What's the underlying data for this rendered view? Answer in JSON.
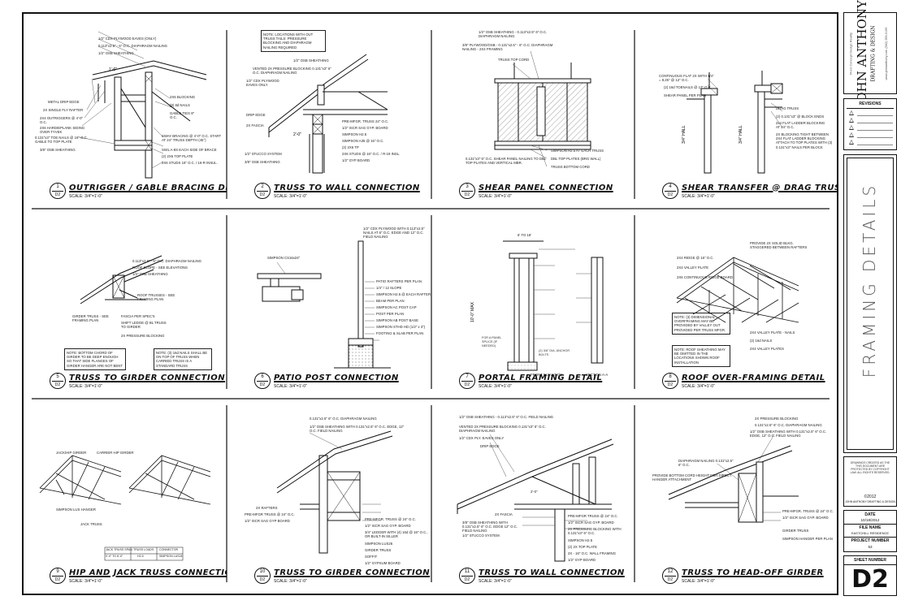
{
  "details": [
    {
      "num": "1",
      "sheet": "D2",
      "title": "OUTRIGGER / GABLE BRACING DETAIL",
      "scale": "SCALE: 3/4\"=1'-0\"",
      "notes": [
        "1/2\" CDX PLYWOOD EAVES (ONLY)",
        "0.113\"x2.5\" - 6\" O.C. DIAPHRAGM NAILING",
        "1/2\" OSB SHEATHING",
        "METAL DRIP EDGE",
        "2X SINGLE FLY RAFTER",
        "2X4 OUTRIGGERS @ 4'-0\" O.C.",
        "2X6 HARDIEPLANK SIDING OVER TYVEK",
        "0.131\"x3\" TOE NAILS @ 16\" O.C. GABLE TO TOP PLATE",
        "3/8\" OSB SHEATHING",
        "2X6 BLOCKING",
        "(8) 8d NAILS",
        "GABLE TIES 8\" O.C.",
        "SWAY BRACING @ 4'-0\" O.C. START AT 24\" TRUSS DEPTH (45°)",
        "SW1.A-8S EACH SIDE OF BRACE",
        "(2) 2X6 TOP PLATE",
        "2X6 STUDS 16\" O.C. / 16-R INSUL."
      ]
    },
    {
      "num": "2",
      "sheet": "D2",
      "title": "TRUSS TO WALL CONNECTION",
      "scale": "SCALE: 3/4\"=1'-0\"",
      "notes": [
        "NOTE: LOCATIONS WITH OUT TRUSS TAILS: PRESSURE BLOCKING AND DIAPHRAGM NAILING REQUIRED",
        "1/2\" OSB SHEATHING",
        "VENTED 2X PRESSURE BLOCKING 0.131\"x3\" 6\" O.C. DIAPHRAGM NAILING",
        "1/2\" CDX PLYWOOD EAVES ONLY",
        "DRIP EDGE",
        "2X FASCIA",
        "1/2\" STUCCO SYSTEM",
        "3/8\" OSB SHEATHING",
        "PRE-MFGR. TRUSS 24\" O.C.",
        "1/2\" ISCR SAG GYP. BOARD",
        "SIMPSON H2.5",
        "SIMPSON A35 @ 16\" O.C.",
        "(2) 2X6 TP",
        "2X6 STUDS @ 16\" O.C. / R-19 INSL.",
        "1/2\" GYP BOARD"
      ]
    },
    {
      "num": "3",
      "sheet": "D2",
      "title": "SHEAR PANEL CONNECTION",
      "scale": "SCALE: 3/4\"=1'-0\"",
      "notes": [
        "1/2\" OSB SHEATHING - 0.113\"x2.5\" 6\" O.C. DIAPHRAGM NAILING",
        "3/8\" PLYWOOD/OSB - 0.131\"x2.5\" - 6\" O.C. DIAPHRAGM NAILING - 2X4 FRAMING",
        "TRUSS TOP CORD",
        "SIMPSON H2.5 AT EACH TRUSS",
        "DBL TOP PLATES (BRG WALL)",
        "0.131\"x3\" 6\" O.C. SHEAR PANEL NAILING TO DBL TOP PLATES AND VERTICAL MBR.",
        "TRUSS BOTTOM CORD"
      ]
    },
    {
      "num": "4",
      "sheet": "D2",
      "title": "SHEAR TRANSFER @ DRAG TRUSS",
      "scale": "SCALE: 3/4\"=1'-0\"",
      "notes": [
        "CONTINUOUS FLAT 2X WITH 1/4\" = 8.25\" @ 12\" O.C.",
        "(2) 16d TOENAILS @ 12\" O.C.",
        "SHEAR PANEL PER PLAN",
        "DRAG TRUSS",
        "(2) 0.131\"x3\" @ BLOCK ENDS",
        "2x4 FLAT LADDER BLOCKING AT 24\" O.C.",
        "2X BLOCKING TIGHT BETWEEN 2X4 FLAT LADDER BLOCKING ATTACH TO TOP PLATES WITH (3) 0.131\"x3\" NAILS PER BLOCK"
      ]
    },
    {
      "num": "5",
      "sheet": "D2",
      "title": "TRUSS TO GIRDER CONNECTION",
      "scale": "SCALE: 3/4\"=1'-0\"",
      "notes": [
        "0.113\"x2.5\" - 6\" O.C. DIAPHRAGM NAILING",
        "ROOF SLOPE - SEE ELEVATIONS",
        "1/2\" OSB SHEATHING",
        "GIRDER TRUSS - SEE FRAMING PLAN",
        "ROOF TRUSSES - SEE FRAMING PLAN",
        "FASCIA PER SPEC'S",
        "SHIFT LEDGE @ BL TRUSS TO GIRDER",
        "2X PRESSURE BLOCKING"
      ],
      "note_box": "NOTE: BOTTOM CHORD OF GIRDER TO BE DEEP ENOUGH SO THAT SIDE FLANGES OF GIRDER HANGER ARE NOT BENT",
      "note_box2": "NOTE: (3) 16d NAILS SHALL BE ON TOP OF TRUSS WHEN CARRIED TRUSS IS A STANDARD TRUSS"
    },
    {
      "num": "6",
      "sheet": "D2",
      "title": "PATIO POST CONNECTION",
      "scale": "SCALE: 3/4\"=1'-0\"",
      "notes": [
        "SIMPSON CS16x24\"",
        "1/2\" CDX PLYWOOD WITH 0.113\"x2.5\" NAILS AT 6\" O.C. EDGE AND 12\" O.C. FIELD NAILING",
        "PATIO RAFTERS PER PLAN",
        "1/4\" / 12 SLOPE",
        "SIMPSON H2.5 @ EACH RAFTER",
        "BEAM PER PLAN",
        "SIMPSON AC POST CAP",
        "POST PER PLAN",
        "SIMPSON AB POST BASE",
        "SIMPSON STHD HD (1/2\" x 3\")",
        "FOOTING & SLAB PER PLAN"
      ]
    },
    {
      "num": "7",
      "sheet": "D2",
      "title": "PORTAL FRAMING DETAIL",
      "scale": "SCALE: 3/4\"=1'-0\"",
      "notes": [
        "6' TO 18'",
        "FRONT ELEVATION",
        "SECTION A-A"
      ]
    },
    {
      "num": "8",
      "sheet": "D2",
      "title": "ROOF OVER-FRAMING DETAIL",
      "scale": "SCALE: 3/4\"=1'-0\"",
      "notes": [
        "PROVIDE 2X SOLID BLKG. STAGGERED BETWEEN RAFTERS",
        "2X4 RIDGE @ 16\" O.C.",
        "2X4 VALLEY PLATE",
        "2X6 CONTINUOUS RIDGE BOARD",
        "2X4 VALLEY PLATE - NAILS",
        "(2) 16d NAILS",
        "2X4 VALLEY PLATES"
      ],
      "note_box": "NOTE: (3) DIMENSIONAL OVERFRAMING MAY BE PROVIDED BY VALLEY OUT PROVIDED PER TRUSS MFGR.",
      "note_box2": "NOTE: ROOF SHEATHING MAY BE OMITTED IN THE LOCATIONS SHOWN ROOF INSTALLATION"
    },
    {
      "num": "9",
      "sheet": "D2",
      "title": "HIP AND JACK TRUSS CONNECTIONS",
      "scale": "SCALE: 3/4\"=1'-0\"",
      "notes": [
        "JACK/HIP GIRDER",
        "CARRIER HIP GIRDER",
        "SIMPSON LUS HANGER",
        "JACK TRUSS"
      ],
      "table": {
        "headers": [
          "JACK TRUSS SPAN",
          "TRUSS LOADS",
          "CONNECTOR"
        ],
        "rows": [
          [
            "0'-0\" TO 8'-0\"",
            "H2.5",
            "SIMPSON LUS24"
          ]
        ]
      }
    },
    {
      "num": "10",
      "sheet": "D2",
      "title": "TRUSS TO GIRDER CONNECTION",
      "scale": "SCALE: 3/4\"=1'-0\"",
      "notes": [
        "0.131\"x2.5\" 6\" O.C. DIAPHRAGM NAILING",
        "1/2\" OSB SHEATHING WITH 0.131\"x2.5\" 6\" O.C. EDGE, 12\" O.C. FIELD NAILING",
        "2X RAFTERS",
        "PRE-MFGR TRUSS @ 24\" O.C.",
        "1/2\" ISCR SAG GYP BOARD",
        "PRE-MFGR. TRUSS @ 24\" O.C.",
        "1/2\" ISCR SAG GYP. BOARD",
        "3/4\" LEDGER WITH (4) 16d @ 16\" O.C., OR BUILT-IN SILLER",
        "SIMPSON LUS26",
        "GIRDER TRUSS",
        "SOFFIT",
        "1/2\" GYPSUM BOARD"
      ]
    },
    {
      "num": "11",
      "sheet": "D2",
      "title": "TRUSS TO WALL CONNECTION",
      "scale": "SCALE: 3/4\"=1'-0\"",
      "notes": [
        "1/2\" OSB SHEATHING - 0.113\"x2.5\" 6\" O.C. FIELD NAILING",
        "VENTED 2X PRESSURE BLOCKING 0.131\"x3\" 6\" O.C. DIAPHRAGM NAILING",
        "1/2\" CDX PLY. EAVES ONLY",
        "DRIP EDGE",
        "2'-0\"",
        "2X FASCIA",
        "3/8\" OSB SHEATHING WITH 0.131\"x2.5\" 6\" O.C. EDGE 12\" O.C. FIELD NAILING",
        "1/2\" STUCCO SYSTEM",
        "PRE-MFGR TRUSS @ 24\" O.C.",
        "1/2\" ISCR SAG GYP. BOARD",
        "2X PRESSURE BLOCKING WITH 0.131\"x3\" 6\" O.C.",
        "SIMPSON H2.5",
        "(2) 2X TOP PLATE",
        "2X - 16\" O.C. WALL FRAMING",
        "1/2\" GYP BOARD"
      ]
    },
    {
      "num": "12",
      "sheet": "D2",
      "title": "TRUSS TO HEAD-OFF GIRDER",
      "scale": "SCALE: 3/4\"=1'-0\"",
      "notes": [
        "2X PRESSURE BLOCKING",
        "0.131\"x2.5\" 6\" O.C. DIAPHRAGM NAILING",
        "1/2\" OSB SHEATHING WITH 0.131\"x2.5\" 6\" O.C. EDGE, 12\" O.C. FIELD NAILING",
        "DIAPHRAGM NAILING 0.131\"x2.5\" 6\" O.C.",
        "PROVIDE BOTTOM CORD HEIGHT FOR DIRECT HANGER ATTACHMENT",
        "PRE-MFGR. TRUSS @ 24\" O.C.",
        "1/2\" ISCR SAG GYP. BOARD",
        "GIRDER TRUSS",
        "SIMPSON HANGER PER PLAN"
      ]
    }
  ],
  "title_block": {
    "logo_name": "JOHN ANTHONY",
    "logo_sub": "DRAFTING & DESIGN",
    "logo_tagline": "Floor Concept Design Reality",
    "logo_contact": "www.johnanthony.com (562) 555-0199",
    "revisions_label": "REVISIONS",
    "sheet_title": "FRAMING DETAILS",
    "disclaimer": "DRAWINGS CREATED AS THE THIS DOCUMENT ARE PROTECTED BY COPYRIGHT LAW. ALL RIGHTS RESERVED.",
    "copyright_year": "©2012",
    "copyright_holder": "JOHN ANTHONY DRAFTING & DESIGN",
    "date_label": "DATE",
    "date_value": "10/18/2012",
    "file_name_label": "FILE NAME",
    "file_name_value": "EASTCHILL RESIDENCE",
    "project_number_label": "PROJECT NUMBER",
    "project_number_value": "53",
    "sheet_number_label": "SHEET NUMBER",
    "sheet_number_value": "D2"
  }
}
